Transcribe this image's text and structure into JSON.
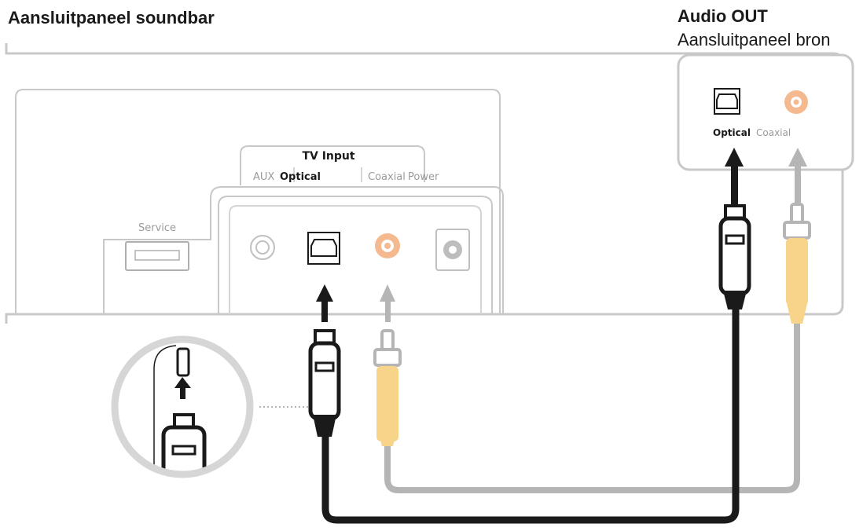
{
  "soundbar_panel": {
    "title": "Aansluitpaneel soundbar",
    "tv_input_label": "TV Input",
    "port_labels": {
      "aux": "AUX",
      "optical": "Optical",
      "coaxial": "Coaxial",
      "power": "Power",
      "service": "Service"
    }
  },
  "source_panel": {
    "title": "Audio OUT",
    "subtitle": "Aansluitpaneel bron",
    "port_labels": {
      "optical": "Optical",
      "coaxial": "Coaxial"
    }
  },
  "colors": {
    "optical_cable": "#1a1a1a",
    "coaxial_cable": "#b5b5b5",
    "coaxial_plug": "#f7d48a",
    "coaxial_port": "#f5b98f",
    "panel_outline": "#c8c8c8"
  }
}
